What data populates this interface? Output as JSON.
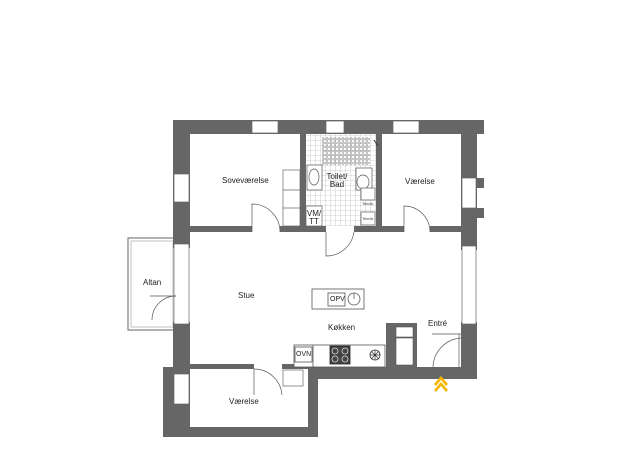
{
  "rooms": {
    "bedroom_main": "Soveværelse",
    "bedroom_right": "Værelse",
    "bedroom_bottom": "Værelse",
    "bathroom_line1": "Toilet/",
    "bathroom_line2": "Bad",
    "utility_line1": "VM/",
    "utility_line2": "TT",
    "balcony": "Altan",
    "living": "Stue",
    "kitchen": "Køkken",
    "entrance": "Entré"
  },
  "fixtures": {
    "cabinet_1": "Teknik",
    "cabinet_2": "Teknik",
    "dishwasher": "OPV",
    "oven": "OVN"
  },
  "colors": {
    "wall": "#666666",
    "line": "#555555",
    "tile": "#9a9a9a",
    "entrance_marker": "#f5b800"
  },
  "icons": {
    "entrance_marker": "chevron-up-icon",
    "cooktop": "cooktop-icon",
    "sink": "sink-icon",
    "toilet": "toilet-icon"
  }
}
